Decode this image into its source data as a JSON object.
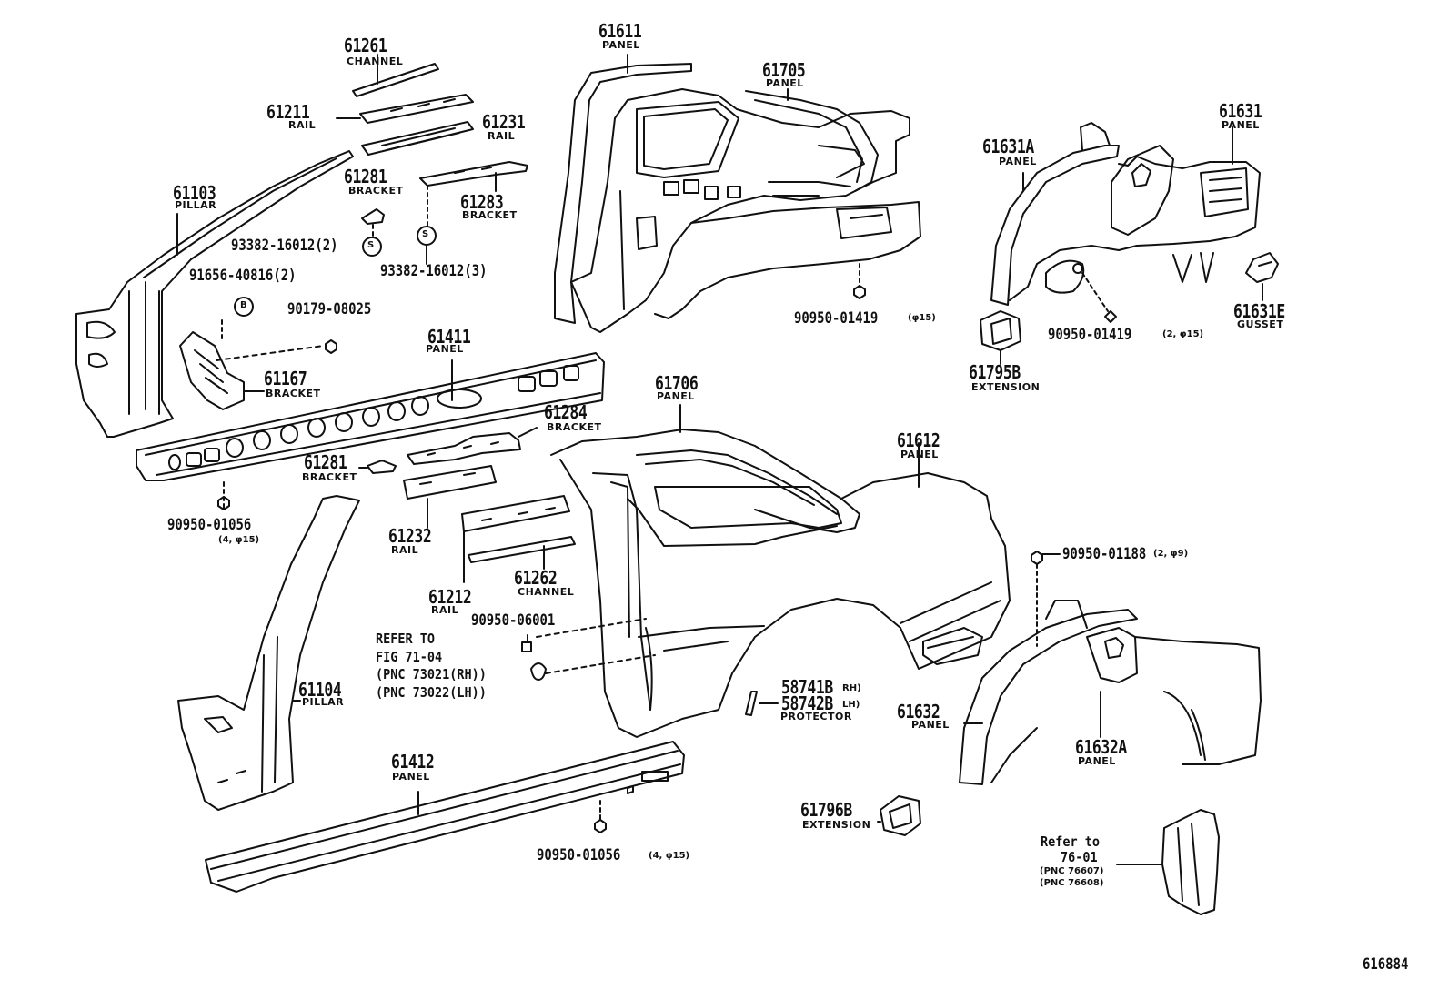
{
  "diagram_id": "616884",
  "parts": {
    "p61261": {
      "number": "61261",
      "name": "CHANNEL"
    },
    "p61211": {
      "number": "61211",
      "name": "RAIL"
    },
    "p61231": {
      "number": "61231",
      "name": "RAIL"
    },
    "p61281a": {
      "number": "61281",
      "name": "BRACKET"
    },
    "p61283": {
      "number": "61283",
      "name": "BRACKET"
    },
    "p61103": {
      "number": "61103",
      "name": "PILLAR"
    },
    "p61167": {
      "number": "61167",
      "name": "BRACKET"
    },
    "p61411": {
      "number": "61411",
      "name": "PANEL"
    },
    "p61611": {
      "number": "61611",
      "name": "PANEL"
    },
    "p61705": {
      "number": "61705",
      "name": "PANEL"
    },
    "p61631A": {
      "number": "61631A",
      "name": "PANEL"
    },
    "p61631": {
      "number": "61631",
      "name": "PANEL"
    },
    "p61631E": {
      "number": "61631E",
      "name": "GUSSET"
    },
    "p61795B": {
      "number": "61795B",
      "name": "EXTENSION"
    },
    "p61284": {
      "number": "61284",
      "name": "BRACKET"
    },
    "p61281b": {
      "number": "61281",
      "name": "BRACKET"
    },
    "p61706": {
      "number": "61706",
      "name": "PANEL"
    },
    "p61612": {
      "number": "61612",
      "name": "PANEL"
    },
    "p61232": {
      "number": "61232",
      "name": "RAIL"
    },
    "p61212": {
      "number": "61212",
      "name": "RAIL"
    },
    "p61262": {
      "number": "61262",
      "name": "CHANNEL"
    },
    "p61104": {
      "number": "61104",
      "name": "PILLAR"
    },
    "p61412": {
      "number": "61412",
      "name": "PANEL"
    },
    "p61632": {
      "number": "61632",
      "name": "PANEL"
    },
    "p61632A": {
      "number": "61632A",
      "name": "PANEL"
    },
    "p61796B": {
      "number": "61796B",
      "name": "EXTENSION"
    },
    "p58741": {
      "number1": "58741B",
      "suffix1": "RH)",
      "number2": "58742B",
      "suffix2": "LH)",
      "name": "PROTECTOR"
    }
  },
  "fasteners": {
    "f1": "93382-16012(2)",
    "f2": "93382-16012(3)",
    "f3": "91656-40816(2)",
    "f4": "90179-08025",
    "f5": "90950-01419",
    "f5_spec": "(φ15)",
    "f6": "90950-01419",
    "f6_spec": "(2, φ15)",
    "f7": "90950-01056",
    "f7_spec": "(4, φ15)",
    "f8": "90950-01188",
    "f8_spec": "(2, φ9)",
    "f9": "90950-06001",
    "f10": "90950-01056",
    "f10_spec": "(4, φ15)"
  },
  "callouts": {
    "S": "S",
    "B": "B"
  },
  "refer_fig": {
    "line1": "REFER TO",
    "line2": "FIG 71-04",
    "line3": "(PNC 73021(RH))",
    "line4": "(PNC 73022(LH))"
  },
  "refer_mud": {
    "line1": "Refer to",
    "line2": "76-01",
    "line3": "(PNC 76607)",
    "line4": "(PNC 76608)"
  }
}
